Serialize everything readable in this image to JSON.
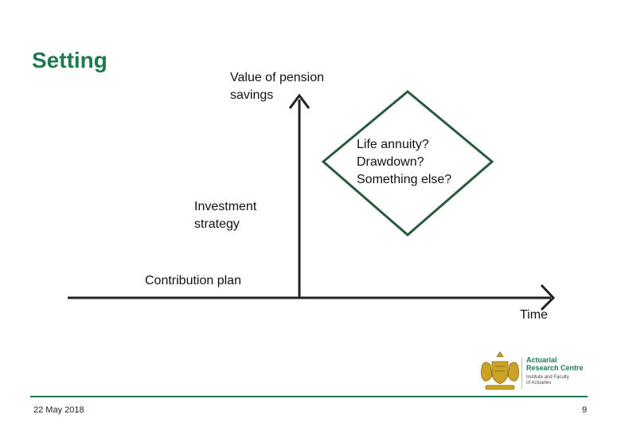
{
  "slide": {
    "title": "Setting",
    "y_axis_label": "Value of pension\nsavings",
    "x_axis_label": "Time",
    "diamond_text": "Life annuity?\nDrawdown?\nSomething else?",
    "investment_label": "Investment\nstrategy",
    "contribution_label": "Contribution plan"
  },
  "footer": {
    "date": "22 May 2018",
    "page_number": "9",
    "logo": {
      "line1": "Actuarial",
      "line2": "Research Centre",
      "sub1": "Institute and Faculty",
      "sub2": "of Actuaries",
      "icon": "coat-of-arms-icon"
    }
  },
  "colors": {
    "title": "#1f7a4f",
    "diamond_border": "#2a5a3e",
    "footer_line": "#1f7a4f",
    "logo_gold": "#c9a227"
  }
}
